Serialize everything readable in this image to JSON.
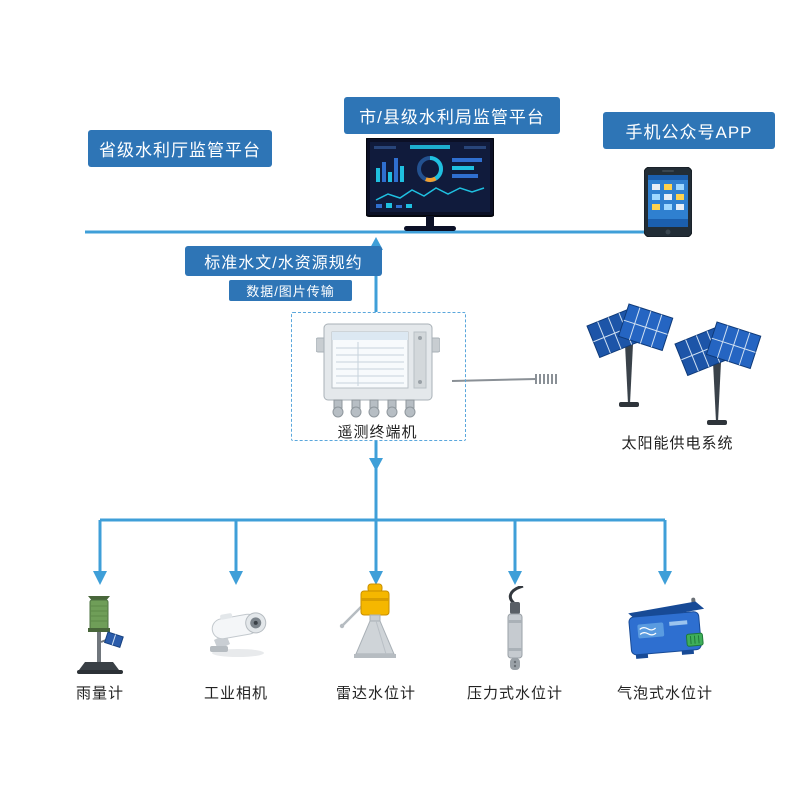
{
  "colors": {
    "box_blue": "#2e75b6",
    "line_blue": "#3f9fd8",
    "panel_blue": "#1d55a8"
  },
  "top_platforms": {
    "provincial": {
      "label": "省级水利厅监管平台"
    },
    "city_county": {
      "label": "市/县级水利局监管平台"
    },
    "mobile_app": {
      "label": "手机公众号APP"
    }
  },
  "protocol": {
    "title": "标准水文/水资源规约",
    "subtitle": "数据/图片传输"
  },
  "terminal": {
    "label": "遥测终端机"
  },
  "solar": {
    "label": "太阳能供电系统"
  },
  "sensors": [
    {
      "label": "雨量计"
    },
    {
      "label": "工业相机"
    },
    {
      "label": "雷达水位计"
    },
    {
      "label": "压力式水位计"
    },
    {
      "label": "气泡式水位计"
    }
  ]
}
